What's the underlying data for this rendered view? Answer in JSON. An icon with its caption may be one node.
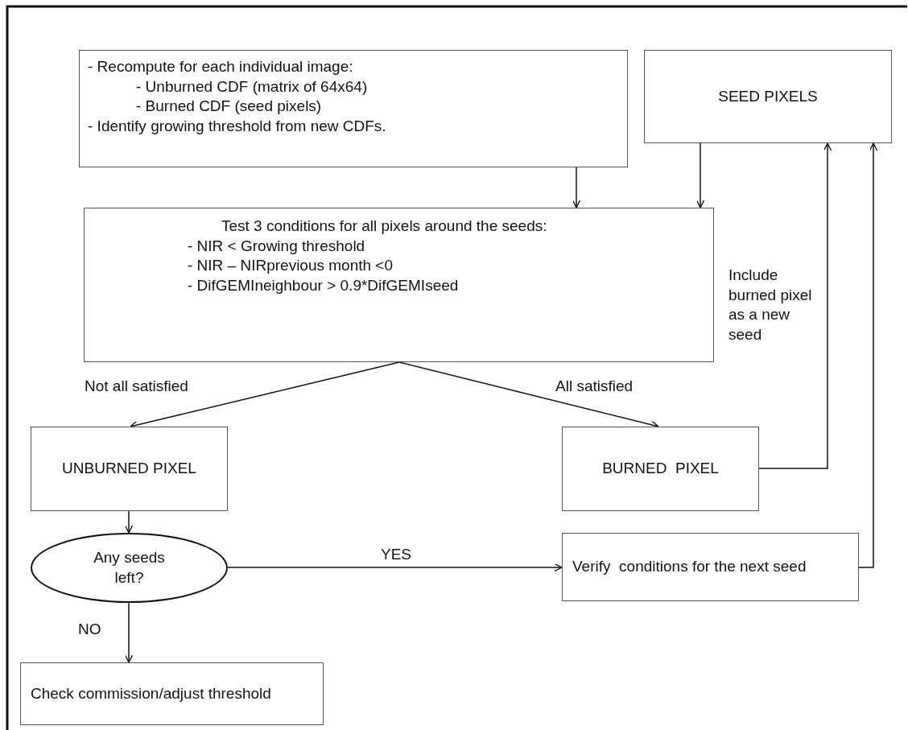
{
  "diagram": {
    "nodes": [
      {
        "text": [
          "- Recompute for each individual image:",
          "- Unburned CDF (matrix of 64x64)",
          "- Burned CDF (seed pixels)",
          "- Identify growing threshold from new CDFs."
        ]
      },
      {
        "text": [
          "SEED PIXELS"
        ]
      },
      {
        "text": [
          "Test 3 conditions for all pixels around the seeds:",
          "- NIR < Growing threshold",
          "- NIR – NIRprevious month <0",
          "- DifGEMIneighbour > 0.9*DifGEMIseed"
        ]
      },
      {
        "text": [
          "UNBURNED PIXEL"
        ]
      },
      {
        "text": [
          "BURNED  PIXEL"
        ]
      },
      {
        "text": [
          "Any seeds left?"
        ]
      },
      {
        "text": [
          "Verify  conditions for the next seed"
        ]
      },
      {
        "text": [
          "Check commission/adjust threshold"
        ]
      }
    ],
    "edges": [
      {
        "from": 0,
        "to": 2,
        "arrow": "to"
      },
      {
        "from": 1,
        "to": 2,
        "arrow": "to"
      },
      {
        "from": 2,
        "to": 3,
        "arrow": "to",
        "label": "Not all satisfied"
      },
      {
        "from": 2,
        "to": 4,
        "arrow": "to",
        "label": "All satisfied"
      },
      {
        "from": 4,
        "to": 1,
        "arrow": "to",
        "label": "Include burned pixel as a new seed"
      },
      {
        "from": 3,
        "to": 5,
        "arrow": "to"
      },
      {
        "from": 5,
        "to": 6,
        "arrow": "to",
        "label": "YES"
      },
      {
        "from": 5,
        "to": 7,
        "arrow": "to",
        "label": "NO"
      },
      {
        "from": 6,
        "to": 1,
        "arrow": "to"
      }
    ]
  }
}
